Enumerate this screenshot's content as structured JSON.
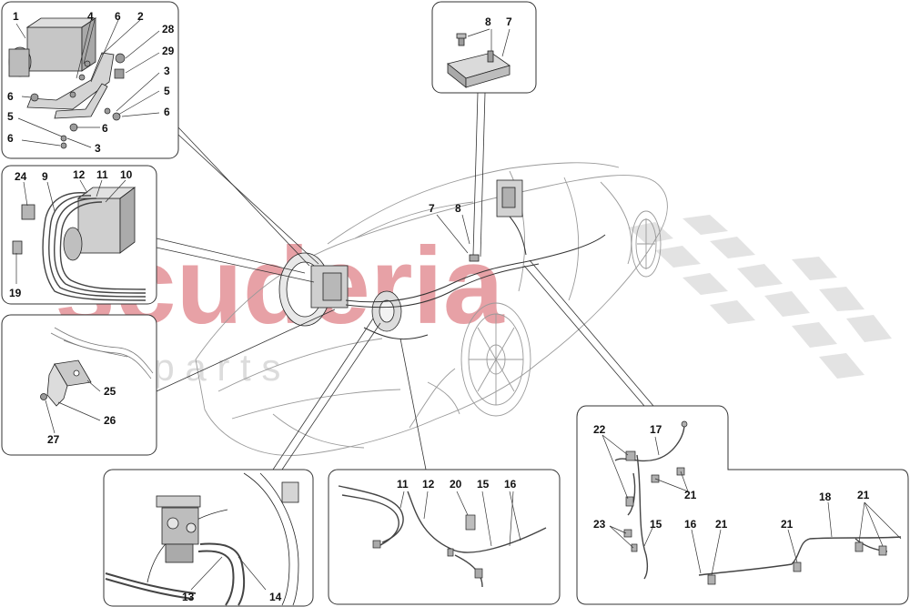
{
  "watermark": {
    "brand": "scuderia",
    "sub": "c a r p a r t s"
  },
  "labels": {
    "abs": [
      "1",
      "4",
      "6",
      "2",
      "28",
      "29",
      "3",
      "5",
      "6",
      "6",
      "5",
      "6",
      "3",
      "6"
    ],
    "sensor": [
      "8",
      "7"
    ],
    "pipes_left": [
      "24",
      "9",
      "12",
      "11",
      "10",
      "19"
    ],
    "bracket": [
      "25",
      "26",
      "27"
    ],
    "car": [
      "7",
      "8"
    ],
    "booster": [
      "13",
      "14"
    ],
    "lines_mid": [
      "11",
      "12",
      "20",
      "15",
      "16"
    ],
    "lines_right": [
      "22",
      "17",
      "21",
      "23",
      "15",
      "16",
      "21",
      "21",
      "18",
      "21"
    ]
  },
  "colors": {
    "line": "#222222",
    "panel_border": "#333333",
    "part_fill": "#c9c9c9",
    "watermark_red": "#e7a1a6",
    "checker": "#d9d9d9"
  }
}
